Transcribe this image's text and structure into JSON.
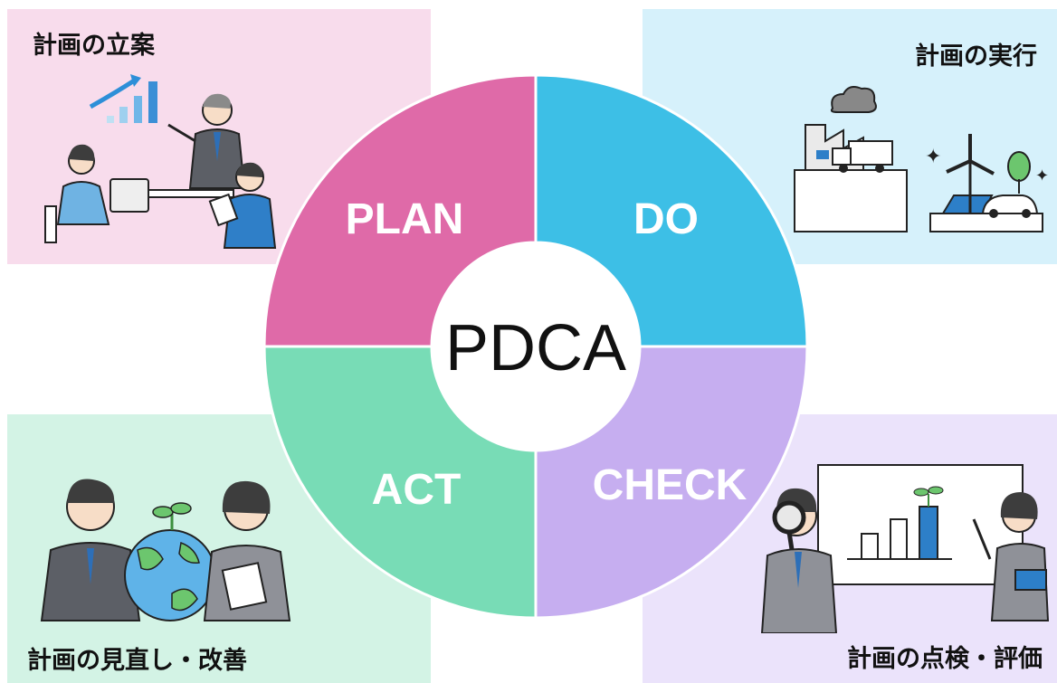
{
  "center_label": "PDCA",
  "segments": {
    "plan": {
      "label": "PLAN",
      "caption": "計画の立案",
      "color": "#df6aa8",
      "panel_color": "#f8dcec"
    },
    "do": {
      "label": "DO",
      "caption": "計画の実行",
      "color": "#3dbfe6",
      "panel_color": "#d6f1fb"
    },
    "check": {
      "label": "CHECK",
      "caption": "計画の点検・評価",
      "color": "#c6aef0",
      "panel_color": "#ebe3fb"
    },
    "act": {
      "label": "ACT",
      "caption": "計画の見直し・改善",
      "color": "#78dcb6",
      "panel_color": "#d3f3e5"
    }
  },
  "illustrations": {
    "plan": "office-meeting-growth-chart-icon",
    "do": "factory-and-renewable-energy-icon",
    "check": "magnifier-and-bar-chart-icon",
    "act": "earth-with-sprout-icon"
  }
}
